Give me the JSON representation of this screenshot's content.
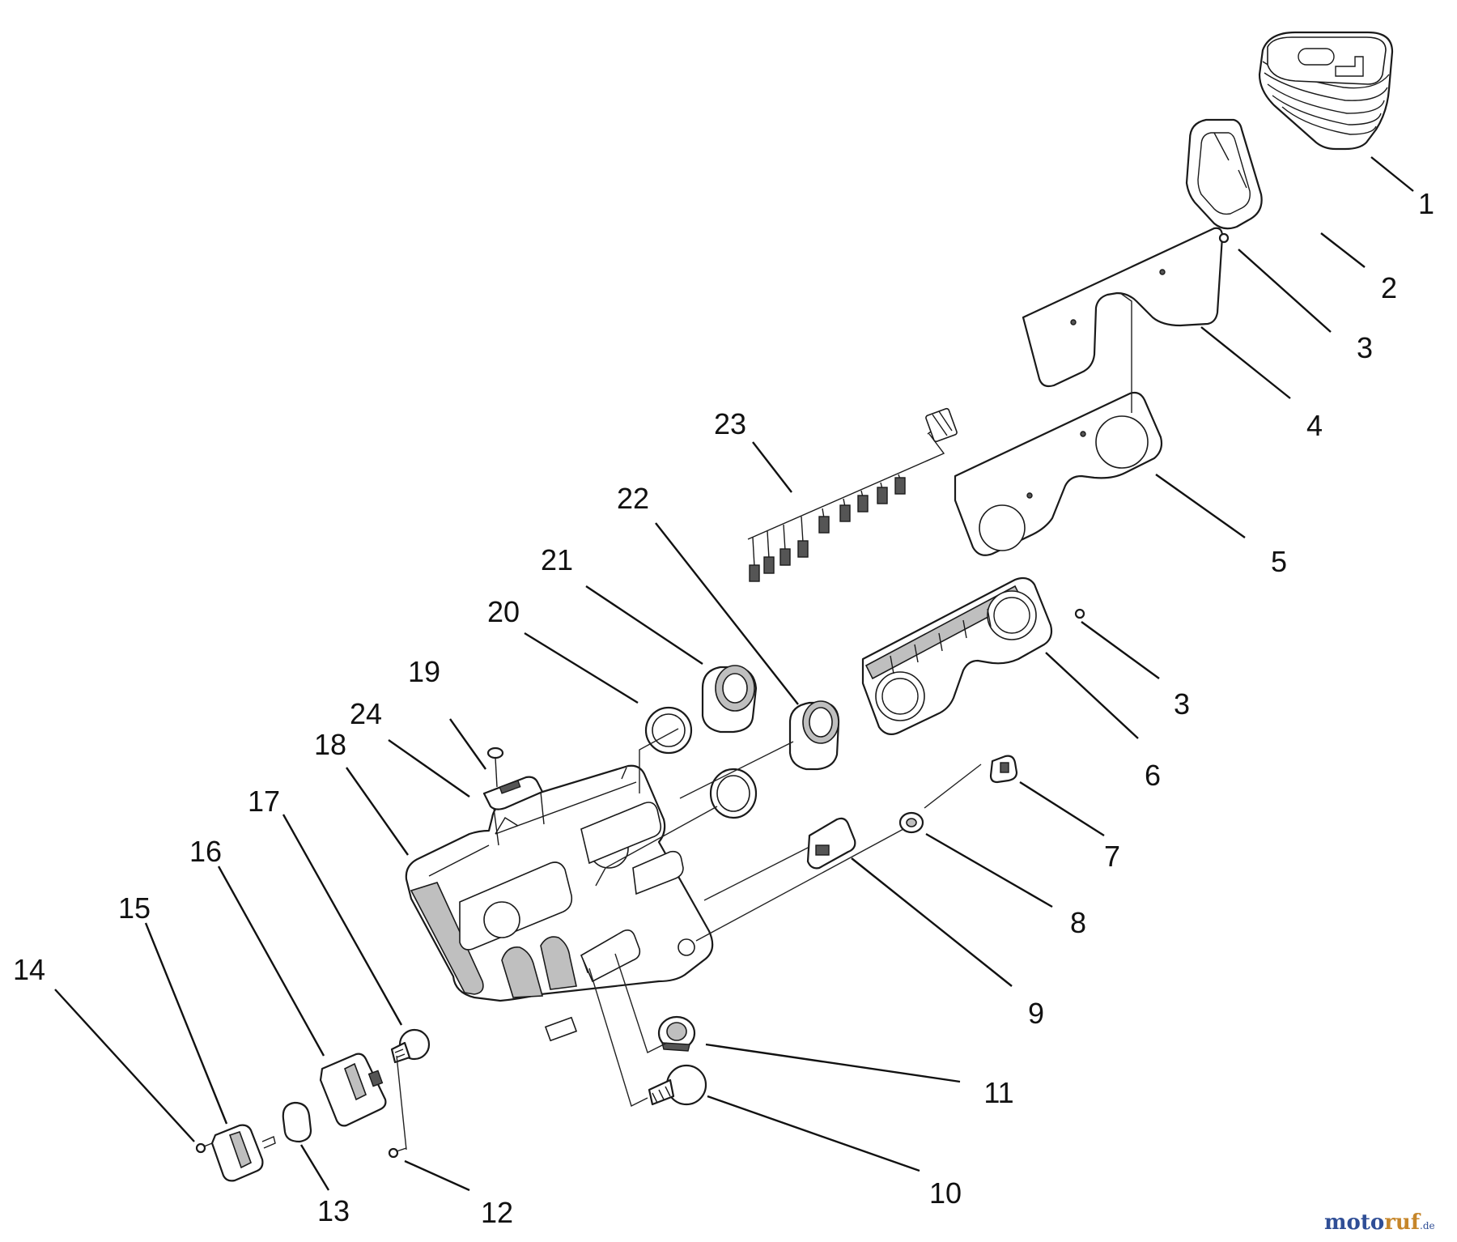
{
  "callouts": [
    {
      "id": "c1",
      "label": "1"
    },
    {
      "id": "c2",
      "label": "2"
    },
    {
      "id": "c3a",
      "label": "3"
    },
    {
      "id": "c4",
      "label": "4"
    },
    {
      "id": "c5",
      "label": "5"
    },
    {
      "id": "c3b",
      "label": "3"
    },
    {
      "id": "c6",
      "label": "6"
    },
    {
      "id": "c7",
      "label": "7"
    },
    {
      "id": "c8",
      "label": "8"
    },
    {
      "id": "c9",
      "label": "9"
    },
    {
      "id": "c10",
      "label": "10"
    },
    {
      "id": "c11",
      "label": "11"
    },
    {
      "id": "c12",
      "label": "12"
    },
    {
      "id": "c13",
      "label": "13"
    },
    {
      "id": "c14",
      "label": "14"
    },
    {
      "id": "c15",
      "label": "15"
    },
    {
      "id": "c16",
      "label": "16"
    },
    {
      "id": "c17",
      "label": "17"
    },
    {
      "id": "c18",
      "label": "18"
    },
    {
      "id": "c19",
      "label": "19"
    },
    {
      "id": "c20",
      "label": "20"
    },
    {
      "id": "c21",
      "label": "21"
    },
    {
      "id": "c22",
      "label": "22"
    },
    {
      "id": "c23",
      "label": "23"
    },
    {
      "id": "c24",
      "label": "24"
    }
  ],
  "watermark": {
    "part1": "moto",
    "part2": "ruf",
    "suffix": ".de",
    "colors": {
      "primary": "#2f4e96",
      "accent": "#c6862a"
    }
  }
}
